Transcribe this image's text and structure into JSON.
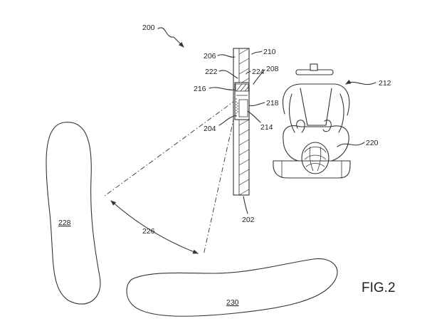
{
  "figure": {
    "caption": "FIG.2",
    "labels": {
      "l200": "200",
      "l202": "202",
      "l204": "204",
      "l206": "206",
      "l208": "208",
      "l210": "210",
      "l212": "212",
      "l214": "214",
      "l216": "216",
      "l218": "218",
      "l220": "220",
      "l222": "222",
      "l224": "224",
      "l226": "226",
      "l228": "228",
      "l230": "230"
    }
  }
}
